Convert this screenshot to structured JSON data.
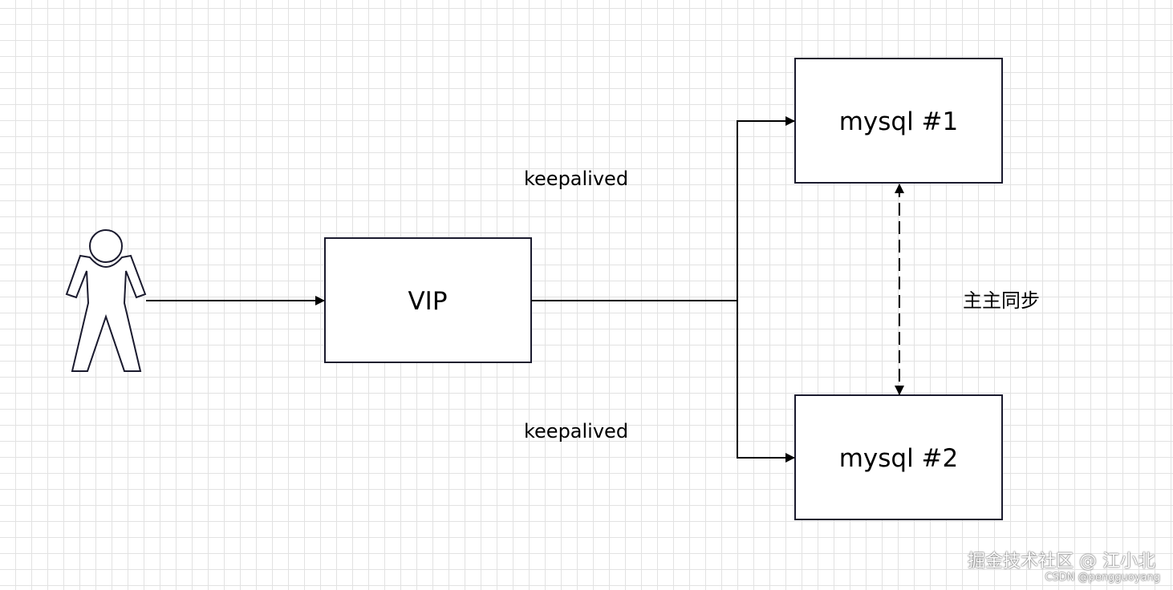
{
  "nodes": {
    "vip": {
      "label": "VIP"
    },
    "mysql1": {
      "label": "mysql #1"
    },
    "mysql2": {
      "label": "mysql #2"
    }
  },
  "edges": {
    "top_label": "keepalived",
    "bottom_label": "keepalived",
    "sync_label": "主主同步"
  },
  "watermark": {
    "main": "掘金技术社区 @ 江小北",
    "sub": "CSDN @pengguoyang"
  },
  "colors": {
    "stroke": "#1a1a2e",
    "fill": "#ffffff",
    "grid": "#e2e2e2"
  }
}
